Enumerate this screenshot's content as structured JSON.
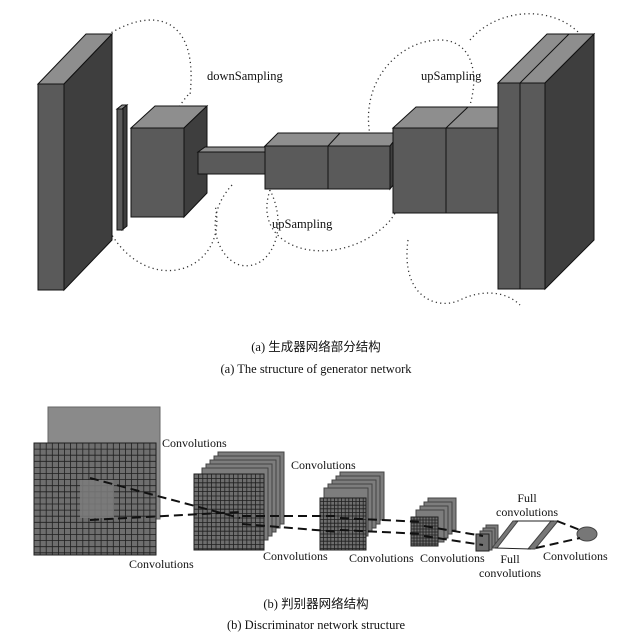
{
  "generator": {
    "label_down": "downSampling",
    "label_up_top": "upSampling",
    "label_up_bottom": "upSampling",
    "caption_cn": "(a) 生成器网络部分结构",
    "caption_en": "(a) The structure of generator network"
  },
  "discriminator": {
    "conv_labels": [
      "Convolutions",
      "Convolutions",
      "Convolutions",
      "Convolutions",
      "Convolutions",
      "Convolutions",
      "Convolutions"
    ],
    "full_top": [
      "Full",
      "convolutions"
    ],
    "full_bottom": [
      "Full",
      "convolutions"
    ],
    "caption_cn": "(b) 判别器网络结构",
    "caption_en": "(b) Discriminator network structure"
  },
  "colors": {
    "block_front": "#5a5a5a",
    "block_top": "#8e8e8e",
    "block_side": "#3e3e3e",
    "grid_fill": "#6e6e6e",
    "grid_line": "#1f1f1f"
  }
}
